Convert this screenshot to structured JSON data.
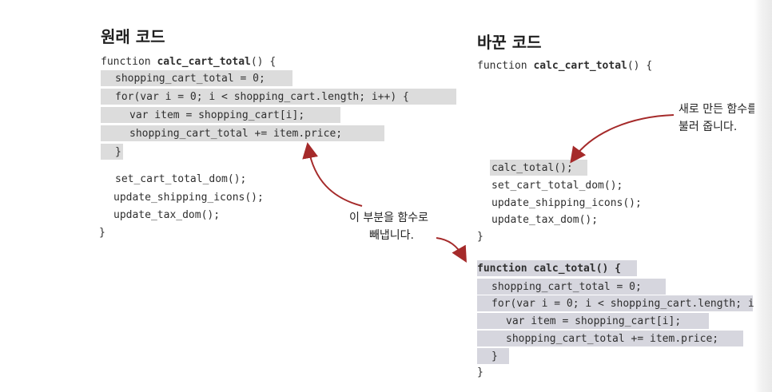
{
  "left": {
    "heading": "원래 코드",
    "code_lines": [
      "function ",
      "calc_cart_total",
      "() {",
      "shopping_cart_total = 0;",
      "for(var i = 0; i < shopping_cart.length; i++) {",
      "var item = shopping_cart[i];",
      "shopping_cart_total += item.price;",
      "}",
      "set_cart_total_dom();",
      "update_shipping_icons();",
      "update_tax_dom();",
      "}"
    ]
  },
  "right": {
    "heading": "바꾼 코드",
    "top_code": [
      "function ",
      "calc_cart_total",
      "() {",
      "calc_total();",
      "set_cart_total_dom();",
      "update_shipping_icons();",
      "update_tax_dom();",
      "}"
    ],
    "bottom_code": [
      "function calc_total() {",
      "shopping_cart_total = 0;",
      "for(var i = 0; i < shopping_cart.length; i",
      "var item = shopping_cart[i];",
      "shopping_cart_total += item.price;",
      "}",
      "}"
    ]
  },
  "annotations": {
    "extract_line1": "이 부분을 함수로",
    "extract_line2": "빼냅니다.",
    "call_line1": "새로 만든 함수를",
    "call_line2": "불러 줍니다."
  },
  "colors": {
    "arrow": "#a52a2a",
    "highlight": "#dcdcdc"
  }
}
